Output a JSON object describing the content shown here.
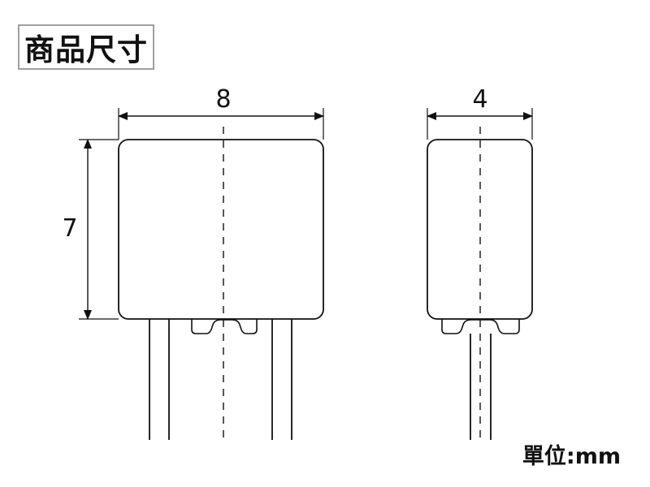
{
  "title": "商品尺寸",
  "unit": "單位:mm",
  "front_view": {
    "width_label": "8",
    "height_label": "7"
  },
  "side_view": {
    "width_label": "4"
  },
  "colors": {
    "line": "#111111",
    "title_border": "#a0a0a0",
    "background": "#ffffff"
  }
}
